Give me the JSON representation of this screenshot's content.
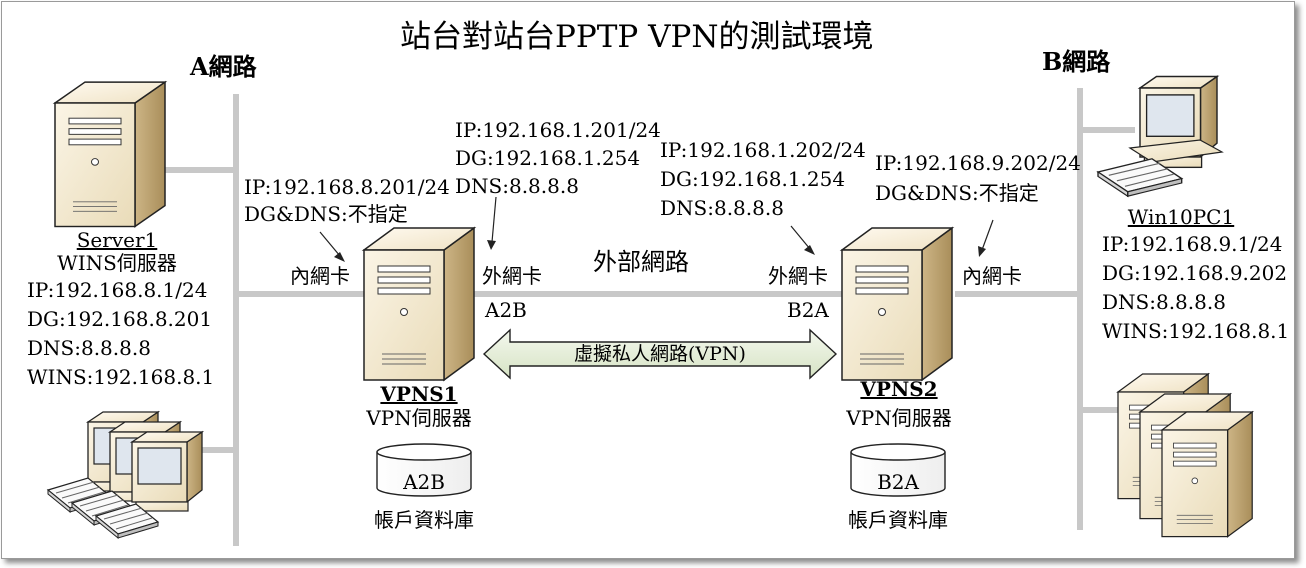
{
  "title": "站台對站台PPTP VPN的測試環境",
  "network_a": "A網路",
  "network_b": "B網路",
  "external_network": "外部網路",
  "tunnel_label": "虛擬私人網路(VPN)",
  "server1": {
    "name": "Server1",
    "role": "WINS伺服器",
    "ip": "IP:192.168.8.1/24",
    "dg": "DG:192.168.8.201",
    "dns": "DNS:8.8.8.8",
    "wins": "WINS:192.168.8.1"
  },
  "vpns1": {
    "name": "VPNS1",
    "role": "VPN伺服器",
    "internal_nic": "內網卡",
    "external_nic": "外網卡",
    "tunnel_name": "A2B",
    "db_name": "A2B",
    "db_label": "帳戶資料庫",
    "internal_ip": "IP:192.168.8.201/24",
    "internal_dg_dns": "DG&DNS:不指定",
    "external_ip": "IP:192.168.1.201/24",
    "external_dg": "DG:192.168.1.254",
    "external_dns": "DNS:8.8.8.8"
  },
  "vpns2": {
    "name": "VPNS2",
    "role": "VPN伺服器",
    "internal_nic": "內網卡",
    "external_nic": "外網卡",
    "tunnel_name": "B2A",
    "db_name": "B2A",
    "db_label": "帳戶資料庫",
    "external_ip": "IP:192.168.1.202/24",
    "external_dg": "DG:192.168.1.254",
    "external_dns": "DNS:8.8.8.8",
    "internal_ip": "IP:192.168.9.202/24",
    "internal_dg_dns": "DG&DNS:不指定"
  },
  "win10pc1": {
    "name": "Win10PC1",
    "ip": "IP:192.168.9.1/24",
    "dg": "DG:192.168.9.202",
    "dns": "DNS:8.8.8.8",
    "wins": "WINS:192.168.8.1"
  },
  "colors": {
    "network_line": "#c8c8c8",
    "server_face": "#f6ecd6",
    "server_side": "#d8c49a",
    "tunnel_fill": "#e6efd8",
    "monitor_screen": "#dfe6ee"
  },
  "icons": [
    "server-icon",
    "workstation-group-icon",
    "desktop-pc-icon",
    "server-stack-icon",
    "database-icon"
  ]
}
